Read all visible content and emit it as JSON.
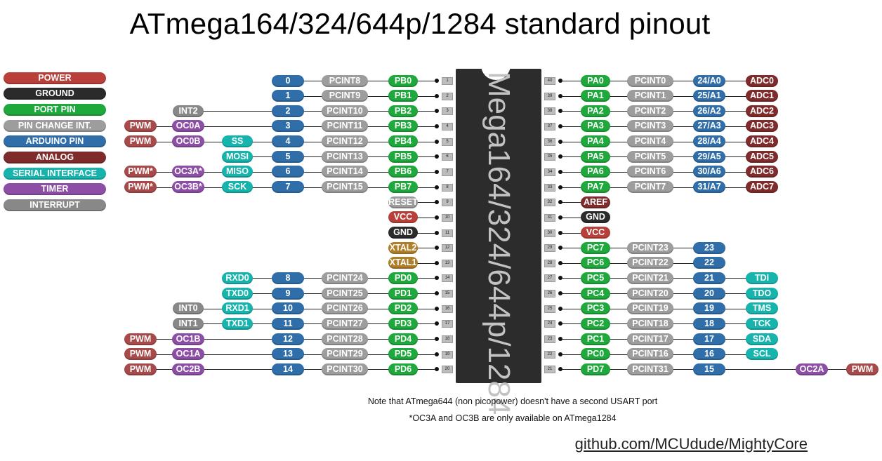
{
  "title": "ATmega164/324/644p/1284 standard pinout",
  "chip_label": "Mega164/324/644p/1284",
  "colors": {
    "power": "#b9403a",
    "ground": "#2b2b2b",
    "port": "#1fa83c",
    "pcint": "#9d9d9d",
    "arduino": "#2f6ea8",
    "analog": "#7f2b2b",
    "serial": "#16b4ad",
    "timer": "#8d4fa6",
    "interrupt": "#888888",
    "pwm": "#a84a4a",
    "clock": "#b07f2a"
  },
  "legend": [
    {
      "label": "POWER",
      "type": "power"
    },
    {
      "label": "GROUND",
      "type": "ground"
    },
    {
      "label": "PORT PIN",
      "type": "port"
    },
    {
      "label": "PIN CHANGE INT.",
      "type": "pcint"
    },
    {
      "label": "ARDUINO PIN",
      "type": "arduino"
    },
    {
      "label": "ANALOG",
      "type": "analog"
    },
    {
      "label": "SERIAL INTERFACE",
      "type": "serial"
    },
    {
      "label": "TIMER",
      "type": "timer"
    },
    {
      "label": "INTERRUPT",
      "type": "interrupt"
    }
  ],
  "left_pins": [
    {
      "num": "1",
      "port": "PB0",
      "pcint": "PCINT8",
      "arduino": "0",
      "extras": []
    },
    {
      "num": "2",
      "port": "PB1",
      "pcint": "PCINT9",
      "arduino": "1",
      "extras": []
    },
    {
      "num": "3",
      "port": "PB2",
      "pcint": "PCINT10",
      "arduino": "2",
      "extras": [
        {
          "label": "INT2",
          "type": "interrupt"
        }
      ]
    },
    {
      "num": "4",
      "port": "PB3",
      "pcint": "PCINT11",
      "arduino": "3",
      "extras": [
        {
          "label": "OC0A",
          "type": "timer"
        },
        {
          "label": "PWM",
          "type": "pwm"
        }
      ]
    },
    {
      "num": "5",
      "port": "PB4",
      "pcint": "PCINT12",
      "arduino": "4",
      "extras": [
        {
          "label": "SS",
          "type": "serial"
        },
        {
          "label": "OC0B",
          "type": "timer"
        },
        {
          "label": "PWM",
          "type": "pwm"
        }
      ]
    },
    {
      "num": "6",
      "port": "PB5",
      "pcint": "PCINT13",
      "arduino": "5",
      "extras": [
        {
          "label": "MOSI",
          "type": "serial"
        }
      ]
    },
    {
      "num": "7",
      "port": "PB6",
      "pcint": "PCINT14",
      "arduino": "6",
      "extras": [
        {
          "label": "MISO",
          "type": "serial"
        },
        {
          "label": "OC3A*",
          "type": "timer"
        },
        {
          "label": "PWM*",
          "type": "pwm"
        }
      ]
    },
    {
      "num": "8",
      "port": "PB7",
      "pcint": "PCINT15",
      "arduino": "7",
      "extras": [
        {
          "label": "SCK",
          "type": "serial"
        },
        {
          "label": "OC3B*",
          "type": "timer"
        },
        {
          "label": "PWM*",
          "type": "pwm"
        }
      ]
    },
    {
      "num": "9",
      "port": "RESET",
      "port_type": "pcint"
    },
    {
      "num": "10",
      "port": "VCC",
      "port_type": "power"
    },
    {
      "num": "11",
      "port": "GND",
      "port_type": "ground"
    },
    {
      "num": "12",
      "port": "XTAL2",
      "port_type": "clock"
    },
    {
      "num": "13",
      "port": "XTAL1",
      "port_type": "clock"
    },
    {
      "num": "14",
      "port": "PD0",
      "pcint": "PCINT24",
      "arduino": "8",
      "extras": [
        {
          "label": "RXD0",
          "type": "serial"
        }
      ]
    },
    {
      "num": "15",
      "port": "PD1",
      "pcint": "PCINT25",
      "arduino": "9",
      "extras": [
        {
          "label": "TXD0",
          "type": "serial"
        }
      ]
    },
    {
      "num": "16",
      "port": "PD2",
      "pcint": "PCINT26",
      "arduino": "10",
      "extras": [
        {
          "label": "RXD1",
          "type": "serial"
        },
        {
          "label": "INT0",
          "type": "interrupt"
        }
      ]
    },
    {
      "num": "17",
      "port": "PD3",
      "pcint": "PCINT27",
      "arduino": "11",
      "extras": [
        {
          "label": "TXD1",
          "type": "serial"
        },
        {
          "label": "INT1",
          "type": "interrupt"
        }
      ]
    },
    {
      "num": "18",
      "port": "PD4",
      "pcint": "PCINT28",
      "arduino": "12",
      "extras": [
        {
          "label": "OC1B",
          "type": "timer"
        },
        {
          "label": "PWM",
          "type": "pwm"
        }
      ]
    },
    {
      "num": "19",
      "port": "PD5",
      "pcint": "PCINT29",
      "arduino": "13",
      "extras": [
        {
          "label": "OC1A",
          "type": "timer"
        },
        {
          "label": "PWM",
          "type": "pwm"
        }
      ]
    },
    {
      "num": "20",
      "port": "PD6",
      "pcint": "PCINT30",
      "arduino": "14",
      "extras": [
        {
          "label": "OC2B",
          "type": "timer"
        },
        {
          "label": "PWM",
          "type": "pwm"
        }
      ]
    }
  ],
  "right_pins": [
    {
      "num": "40",
      "port": "PA0",
      "pcint": "PCINT0",
      "arduino": "24/A0",
      "arduino_type": "arduino",
      "extras": [
        {
          "label": "ADC0",
          "type": "analog"
        }
      ]
    },
    {
      "num": "39",
      "port": "PA1",
      "pcint": "PCINT1",
      "arduino": "25/A1",
      "arduino_type": "arduino",
      "extras": [
        {
          "label": "ADC1",
          "type": "analog"
        }
      ]
    },
    {
      "num": "38",
      "port": "PA2",
      "pcint": "PCINT2",
      "arduino": "26/A2",
      "arduino_type": "arduino",
      "extras": [
        {
          "label": "ADC2",
          "type": "analog"
        }
      ]
    },
    {
      "num": "37",
      "port": "PA3",
      "pcint": "PCINT3",
      "arduino": "27/A3",
      "arduino_type": "arduino",
      "extras": [
        {
          "label": "ADC3",
          "type": "analog"
        }
      ]
    },
    {
      "num": "36",
      "port": "PA4",
      "pcint": "PCINT4",
      "arduino": "28/A4",
      "arduino_type": "arduino",
      "extras": [
        {
          "label": "ADC4",
          "type": "analog"
        }
      ]
    },
    {
      "num": "35",
      "port": "PA5",
      "pcint": "PCINT5",
      "arduino": "29/A5",
      "arduino_type": "arduino",
      "extras": [
        {
          "label": "ADC5",
          "type": "analog"
        }
      ]
    },
    {
      "num": "34",
      "port": "PA6",
      "pcint": "PCINT6",
      "arduino": "30/A6",
      "arduino_type": "arduino",
      "extras": [
        {
          "label": "ADC6",
          "type": "analog"
        }
      ]
    },
    {
      "num": "33",
      "port": "PA7",
      "pcint": "PCINT7",
      "arduino": "31/A7",
      "arduino_type": "arduino",
      "extras": [
        {
          "label": "ADC7",
          "type": "analog"
        }
      ]
    },
    {
      "num": "32",
      "port": "AREF",
      "port_type": "analog"
    },
    {
      "num": "31",
      "port": "GND",
      "port_type": "ground"
    },
    {
      "num": "30",
      "port": "VCC",
      "port_type": "power"
    },
    {
      "num": "29",
      "port": "PC7",
      "pcint": "PCINT23",
      "arduino": "23",
      "extras": []
    },
    {
      "num": "28",
      "port": "PC6",
      "pcint": "PCINT22",
      "arduino": "22",
      "extras": []
    },
    {
      "num": "27",
      "port": "PC5",
      "pcint": "PCINT21",
      "arduino": "21",
      "extras": [
        {
          "label": "TDI",
          "type": "serial"
        }
      ]
    },
    {
      "num": "26",
      "port": "PC4",
      "pcint": "PCINT20",
      "arduino": "20",
      "extras": [
        {
          "label": "TDO",
          "type": "serial"
        }
      ]
    },
    {
      "num": "25",
      "port": "PC3",
      "pcint": "PCINT19",
      "arduino": "19",
      "extras": [
        {
          "label": "TMS",
          "type": "serial"
        }
      ]
    },
    {
      "num": "24",
      "port": "PC2",
      "pcint": "PCINT18",
      "arduino": "18",
      "extras": [
        {
          "label": "TCK",
          "type": "serial"
        }
      ]
    },
    {
      "num": "23",
      "port": "PC1",
      "pcint": "PCINT17",
      "arduino": "17",
      "extras": [
        {
          "label": "SDA",
          "type": "serial"
        }
      ]
    },
    {
      "num": "22",
      "port": "PC0",
      "pcint": "PCINT16",
      "arduino": "16",
      "extras": [
        {
          "label": "SCL",
          "type": "serial"
        }
      ]
    },
    {
      "num": "21",
      "port": "PD7",
      "pcint": "PCINT31",
      "arduino": "15",
      "extras": [
        {
          "label": "OC2A",
          "type": "timer"
        },
        {
          "label": "PWM",
          "type": "pwm"
        }
      ]
    }
  ],
  "notes": [
    "Note that ATmega644 (non picopower) doesn't have a second USART port",
    "*OC3A and OC3B are only available on ATmega1284"
  ],
  "footer_link": "github.com/MCUdude/MightyCore"
}
